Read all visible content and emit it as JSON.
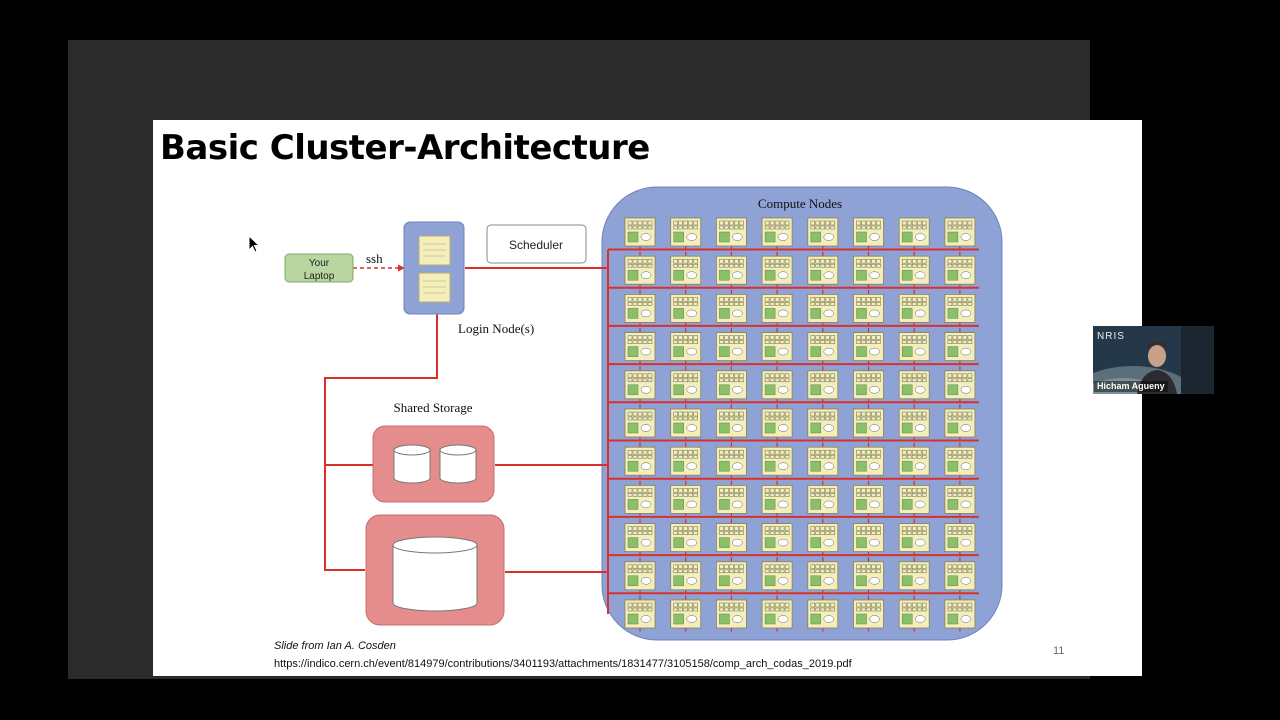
{
  "slide": {
    "title": "Basic Cluster-Architecture",
    "credit_author": "Slide from Ian A. Cosden",
    "credit_url": "https://indico.cern.ch/event/814979/contributions/3401193/attachments/1831477/3105158/comp_arch_codas_2019.pdf",
    "slide_number": "11"
  },
  "diagram": {
    "laptop_label_line1": "Your",
    "laptop_label_line2": "Laptop",
    "ssh_label": "ssh",
    "scheduler_label": "Scheduler",
    "login_label": "Login Node(s)",
    "storage_label": "Shared Storage",
    "compute_label": "Compute Nodes",
    "compute_grid": {
      "rows": 11,
      "columns": 8
    },
    "colors": {
      "link": "#d9302c",
      "compute_bg": "#8fa2d6",
      "storage_bg": "#e58d8d",
      "laptop_bg": "#b9d6a0",
      "node_bg": "#f3eebb"
    }
  },
  "video": {
    "participant_name": "Hicham Agueny",
    "brand": "NRIS"
  }
}
